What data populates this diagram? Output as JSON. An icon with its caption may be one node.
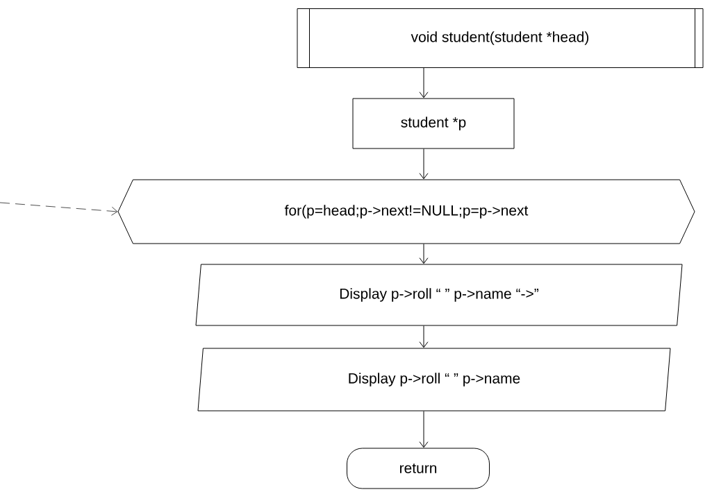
{
  "diagram": {
    "nodes": [
      {
        "text": [
          "void student(student *head)"
        ]
      },
      {
        "text": [
          "student *p"
        ]
      },
      {
        "text": [
          "for(p=head;p->next!=NULL;p=p->next"
        ]
      },
      {
        "text": [
          "Display p->roll “ ” p->name “->”"
        ]
      },
      {
        "text": [
          "Display p->roll “ ” p->name"
        ]
      },
      {
        "text": [
          "return"
        ]
      }
    ],
    "edges": [
      {
        "from": 0,
        "to": 1,
        "arrow": "to"
      },
      {
        "from": 1,
        "to": 2,
        "arrow": "to"
      },
      {
        "from": null,
        "to": 2,
        "arrow": "to",
        "style": "dashed"
      },
      {
        "from": 2,
        "to": 3,
        "arrow": "to"
      },
      {
        "from": 3,
        "to": 4,
        "arrow": "to"
      },
      {
        "from": 4,
        "to": 5,
        "arrow": "to"
      }
    ]
  }
}
